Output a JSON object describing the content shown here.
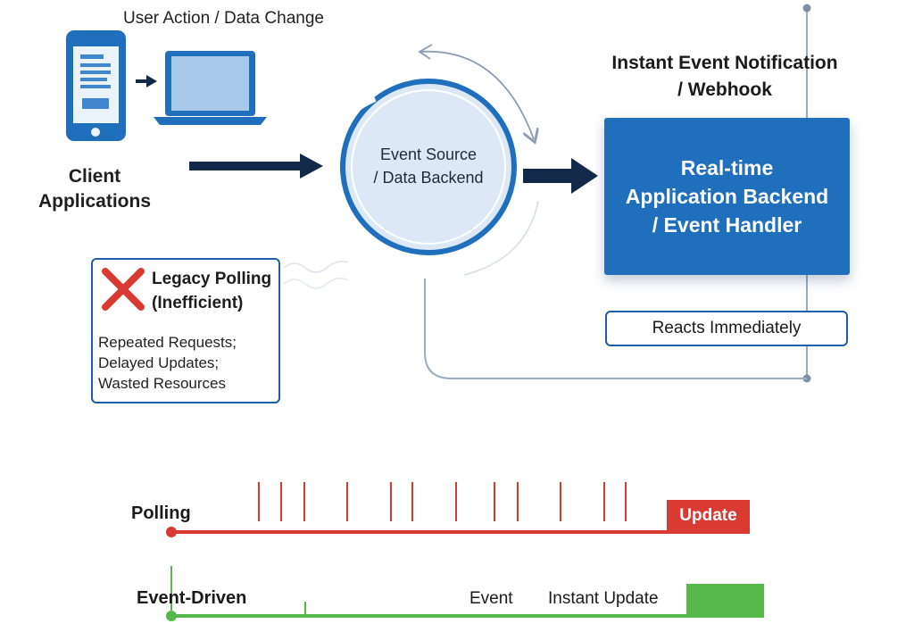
{
  "top_caption": "User Action / Data Change",
  "client": {
    "label_line1": "Client",
    "label_line2": "Applications",
    "icons": [
      "smartphone-icon",
      "laptop-icon"
    ]
  },
  "event_source": {
    "line1": "Event Source",
    "line2": "/ Data Backend"
  },
  "notification": {
    "line1": "Instant Event Notification",
    "line2": "/ Webhook"
  },
  "realtime": {
    "line1": "Real-time",
    "line2": "Application Backend",
    "line3": "/ Event Handler"
  },
  "reacts": "Reacts Immediately",
  "legacy": {
    "title_line1": "Legacy Polling",
    "title_line2": "(Inefficient)",
    "detail1": "Repeated Requests;",
    "detail2": "Delayed Updates;",
    "detail3": "Wasted Resources",
    "icon": "x-icon"
  },
  "timeline": {
    "polling_label": "Polling",
    "polling_update": "Update",
    "event_driven_label": "Event-Driven",
    "event_label": "Event",
    "instant_update_label": "Instant Update"
  },
  "colors": {
    "primary_blue": "#1f6fbd",
    "navy": "#12294a",
    "polling_red": "#d93a32",
    "event_green": "#56b94a",
    "circle_fill": "#dce8f5"
  }
}
